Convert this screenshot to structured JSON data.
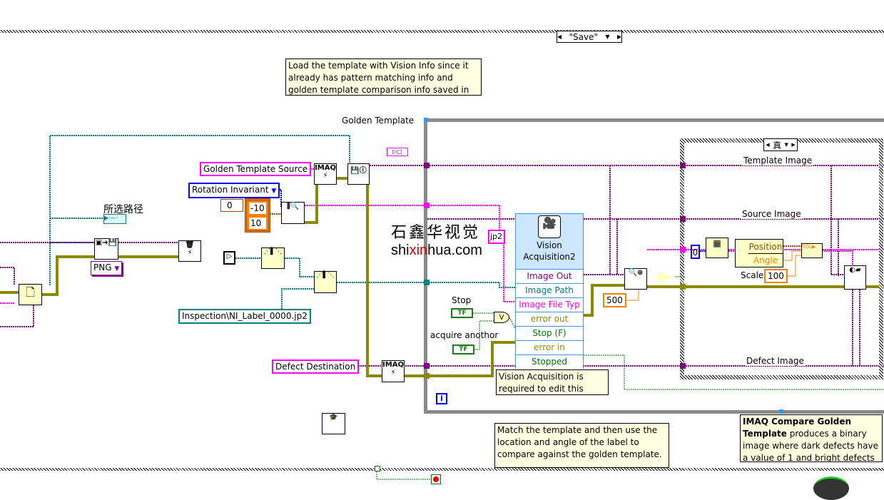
{
  "case_selector_top": "\"Save\"",
  "inner_case_selector": "真",
  "comments": {
    "load_template": "Load the template with Vision Info since it already has pattern matching info and golden template comparison info saved in the",
    "vision_acq": "Vision Acquisition is required to edit this",
    "match": "Match the template and then use the location and angle of the label to compare against the golden template.",
    "compare_bold": "IMAQ Compare Golden Template",
    "compare_rest": " produces a binary image where dark defects have a value of 1 and bright defects"
  },
  "labels": {
    "golden_template": "Golden Template",
    "selected_path": "所选路径",
    "template_image": "Template Image",
    "source_image": "Source Image",
    "defect_image": "Defect Image",
    "stop": "Stop",
    "acquire_another": "acquire anothor",
    "scale": "Scale"
  },
  "controls": {
    "golden_template_source": "Golden Template Source",
    "rotation_invariant": "Rotation Invariant",
    "png": "PNG",
    "inspection_path": "Inspection\\NI_Label_0000.jp2",
    "defect_destination": "Defect Destination",
    "zero": "0",
    "range_min": "-10",
    "range_max": "10",
    "timeout": "500",
    "index_zero": "0",
    "scale_value": "100",
    "tf": "TF",
    "jp2_const": "jp2"
  },
  "nodes": {
    "imaq": "IMAQ",
    "or": "V",
    "info": "i"
  },
  "vision_acquisition": {
    "title": "Vision Acquisition2",
    "terminals": [
      "Image Out",
      "Image Path",
      "Image File Typ",
      "error out",
      "Stop (F)",
      "error in",
      "Stopped"
    ]
  },
  "unbundle": {
    "position": "Position",
    "angle": "Angle"
  },
  "watermark": {
    "cn": "石鑫华视觉",
    "url_pre": "shi",
    "url_mid": "xin",
    "url_post": "hua.com"
  },
  "colors": {
    "image_wire": "#800080",
    "path_wire": "#008080",
    "error_wire": "#c8c800",
    "string_wire": "#ff00ff",
    "bool_wire": "#007800",
    "numeric": "#ff7f00",
    "enum": "#0000ff"
  }
}
